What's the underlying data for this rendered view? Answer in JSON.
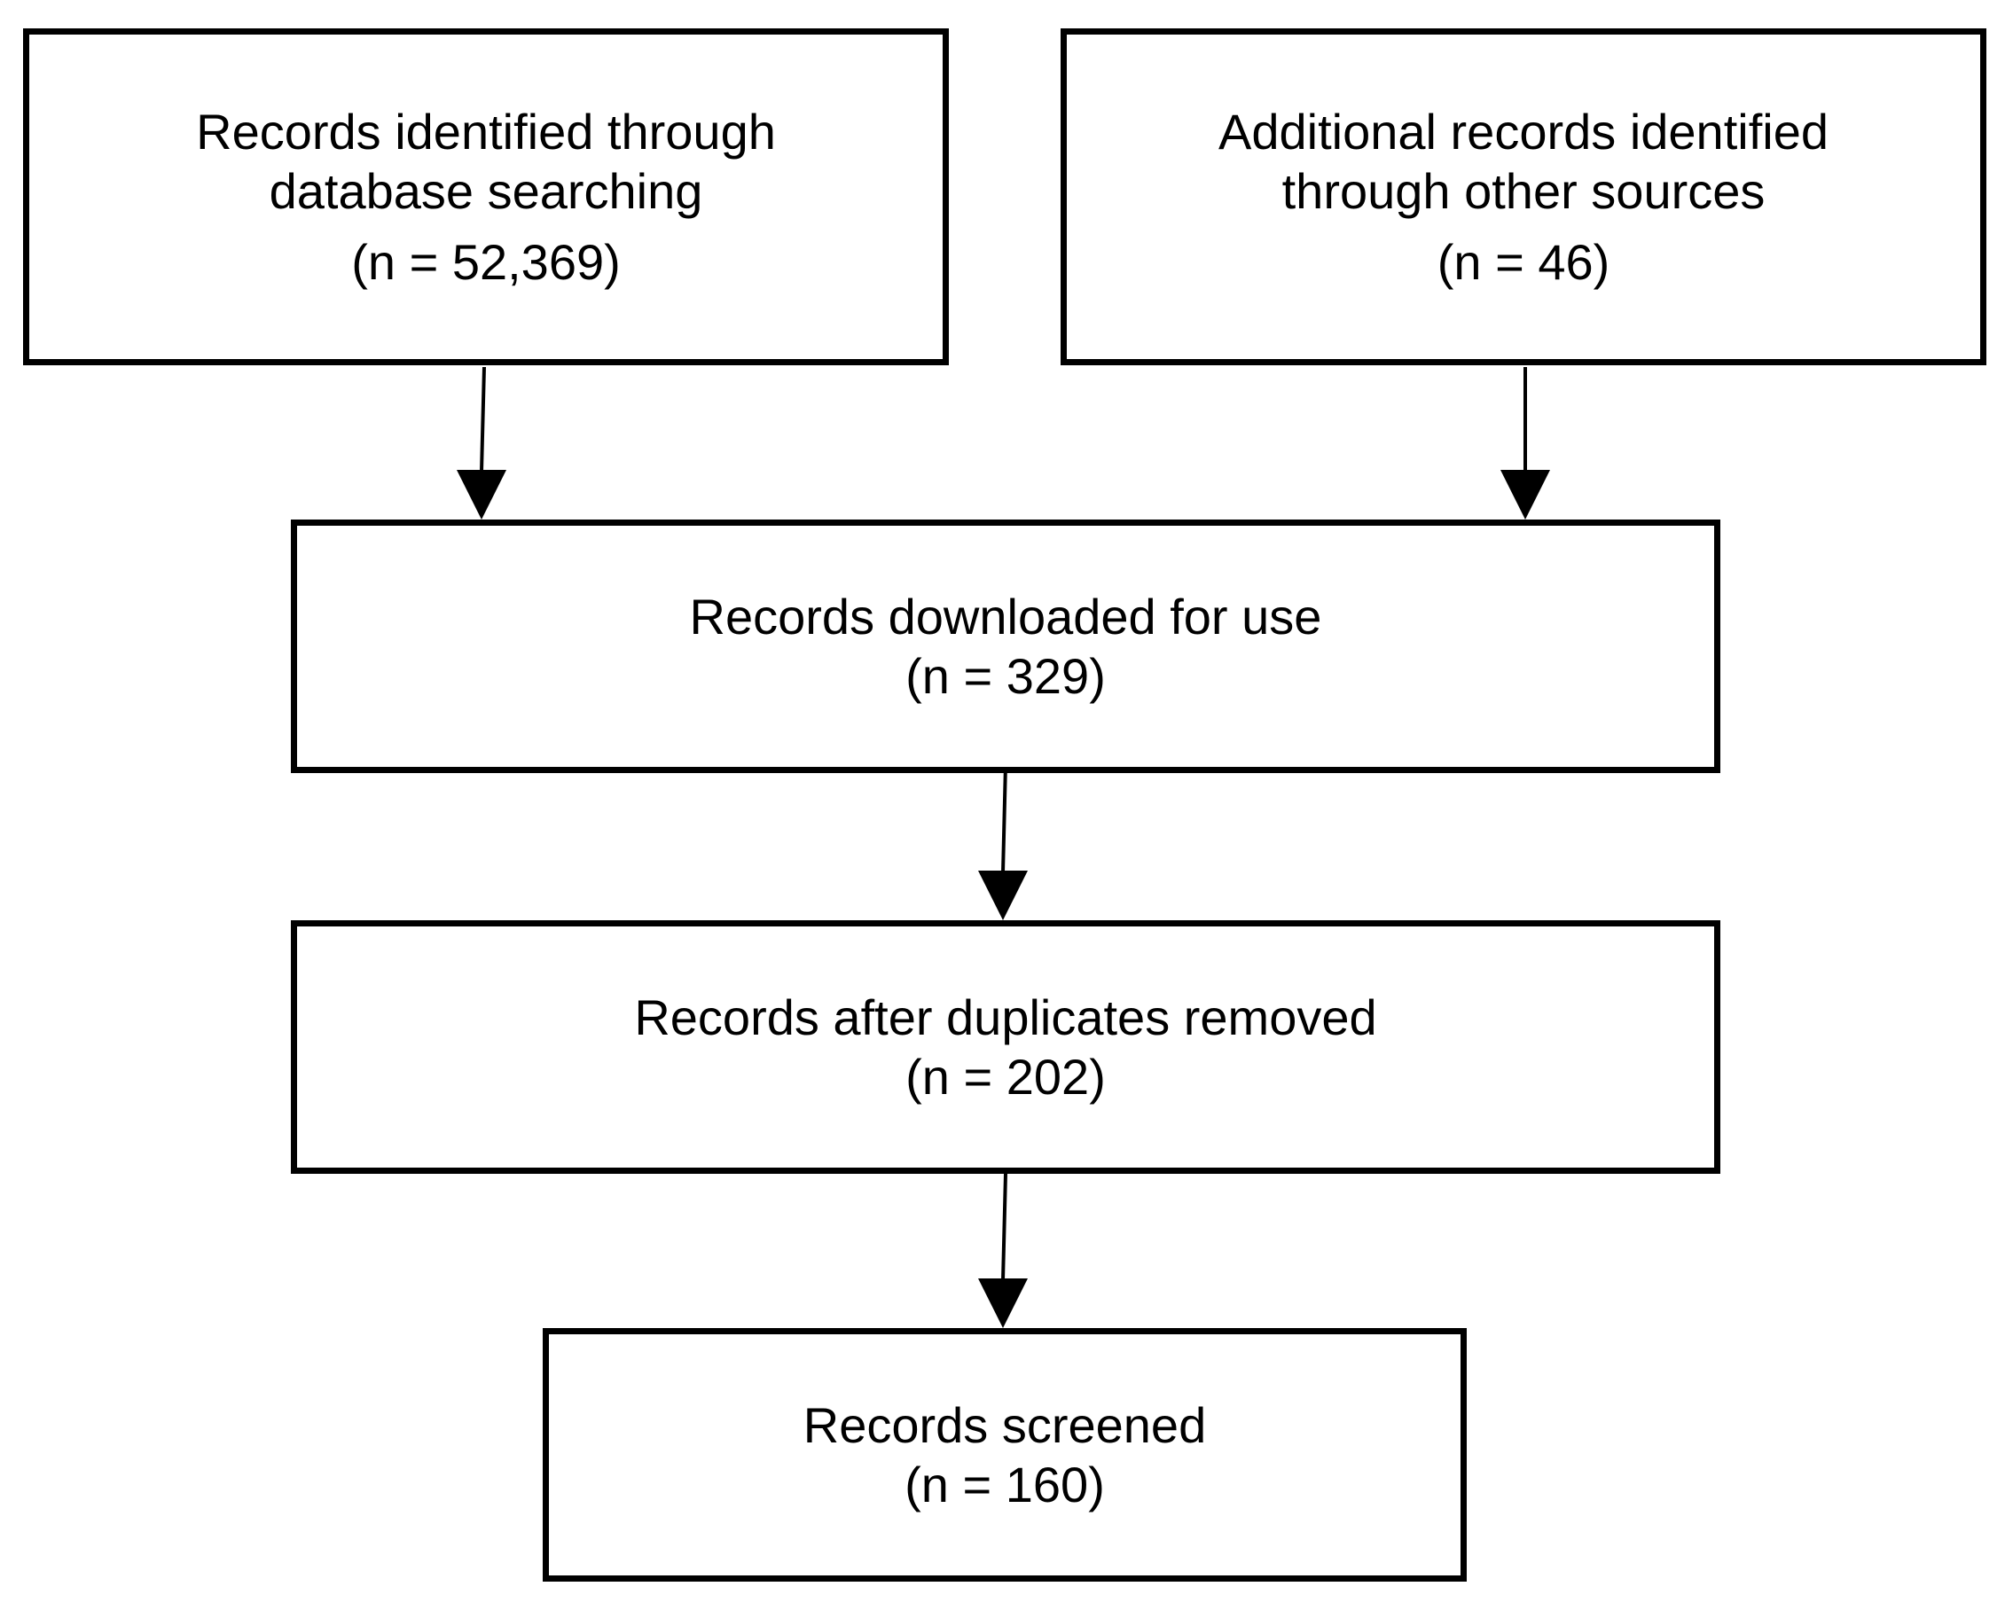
{
  "flowchart": {
    "boxes": [
      {
        "id": "database",
        "lines": [
          "Records identified through",
          "database searching"
        ],
        "count": "(n = 52,369)"
      },
      {
        "id": "other",
        "lines": [
          "Additional records identified",
          "through other sources"
        ],
        "count": "(n = 46)"
      },
      {
        "id": "downloaded",
        "lines": [
          "Records downloaded for use"
        ],
        "count": "(n = 329)"
      },
      {
        "id": "deduplicated",
        "lines": [
          "Records after duplicates removed"
        ],
        "count": "(n = 202)"
      },
      {
        "id": "screened",
        "lines": [
          "Records screened"
        ],
        "count": "(n = 160)"
      }
    ],
    "edges": [
      {
        "from": "database",
        "to": "downloaded"
      },
      {
        "from": "other",
        "to": "downloaded"
      },
      {
        "from": "downloaded",
        "to": "deduplicated"
      },
      {
        "from": "deduplicated",
        "to": "screened"
      }
    ]
  }
}
